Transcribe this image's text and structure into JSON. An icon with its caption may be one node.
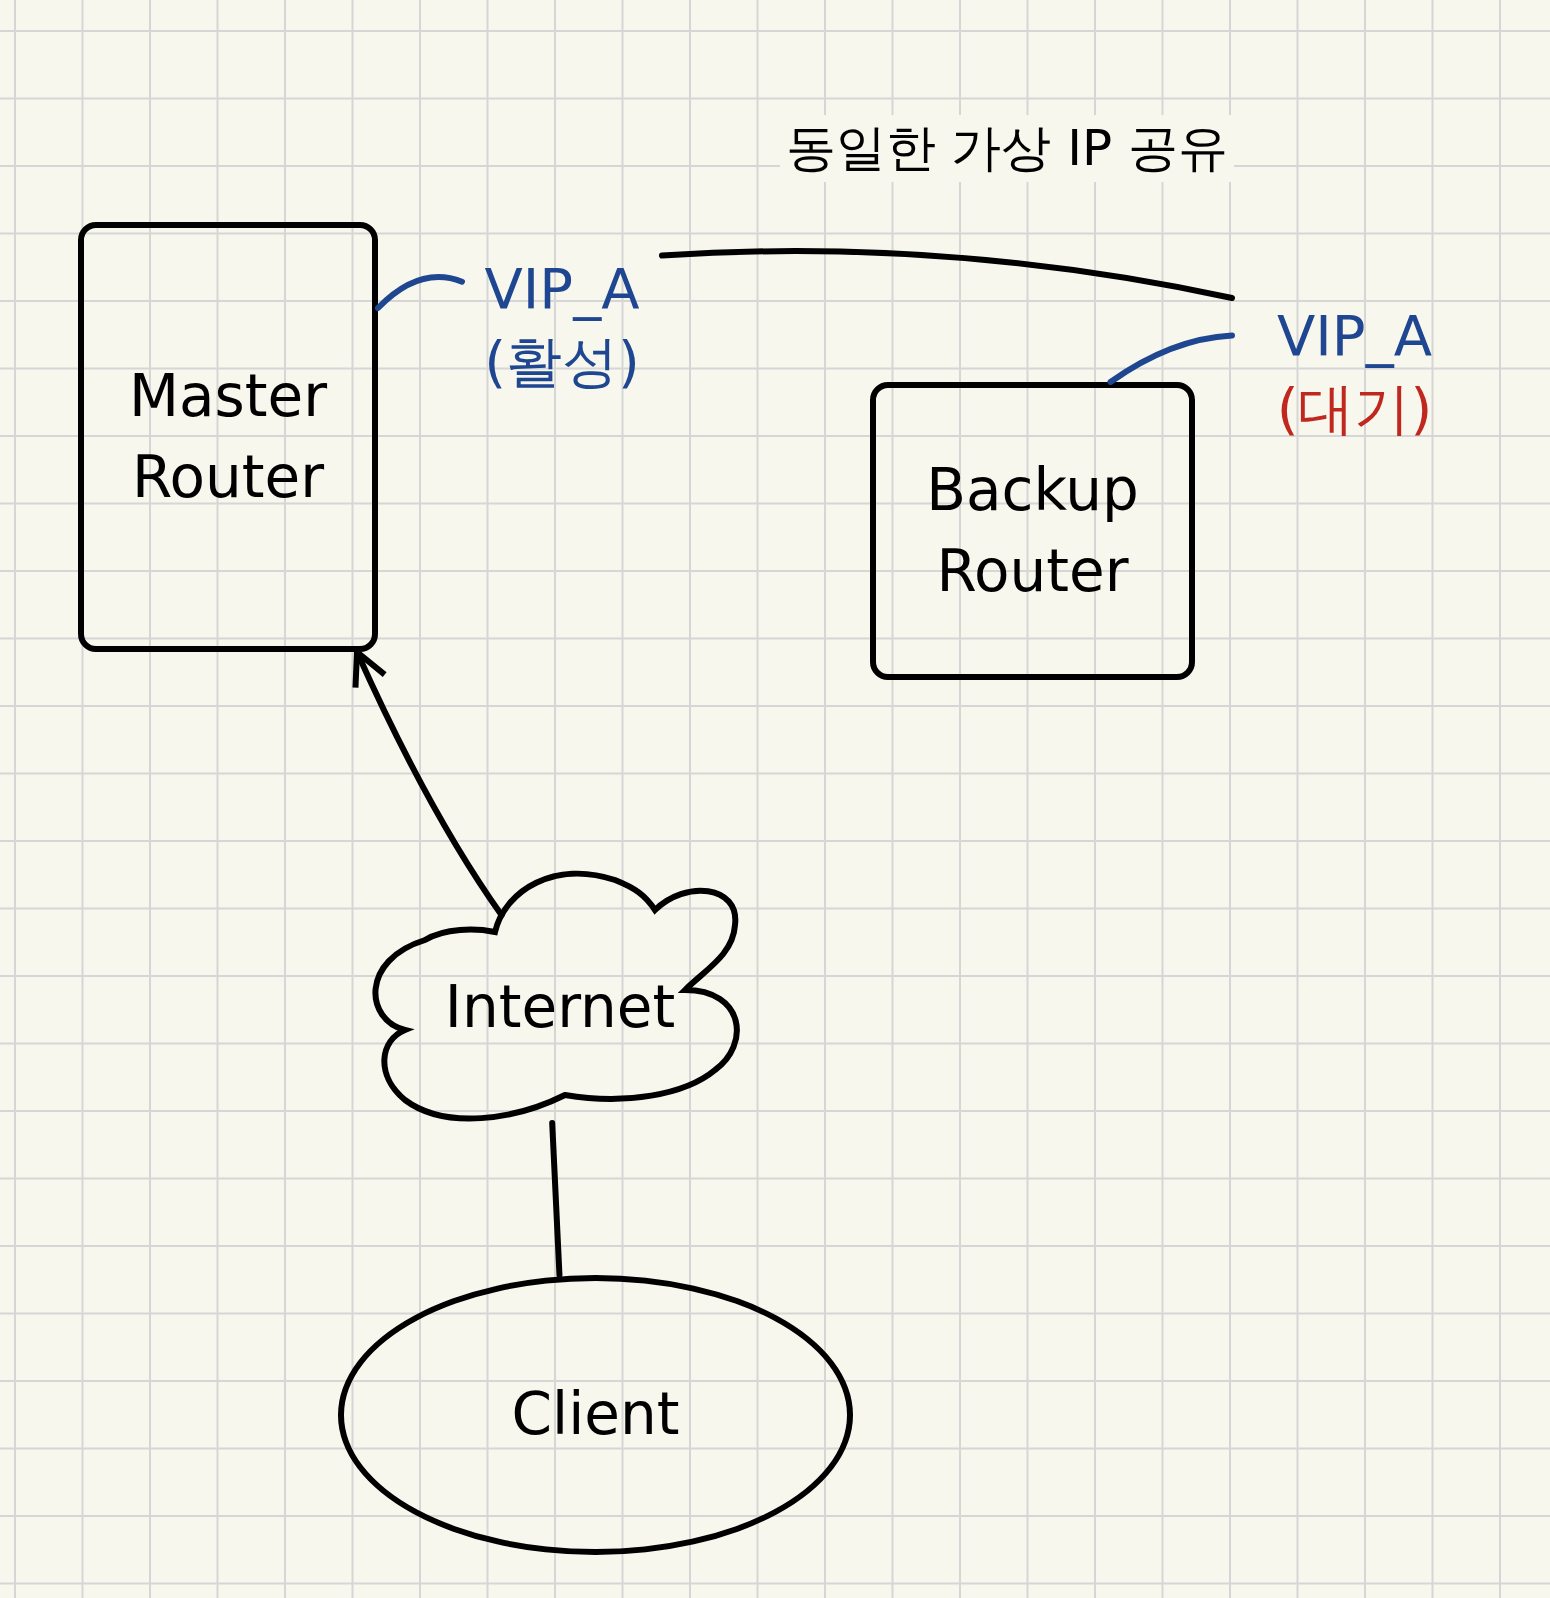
{
  "diagram": {
    "nodes": [
      {
        "text": [
          "Master Router"
        ]
      },
      {
        "text": [
          "VIP_A",
          "(활성)"
        ]
      },
      {
        "text": [
          "Backup Router"
        ]
      },
      {
        "text": [
          "VIP_A",
          "(대기)"
        ]
      },
      {
        "text": [
          "Internet"
        ]
      },
      {
        "text": [
          "Client"
        ]
      }
    ],
    "edges": [
      {
        "from": 1,
        "to": 0,
        "arrow": "none",
        "color": "#1f4690"
      },
      {
        "from": 3,
        "to": 2,
        "arrow": "none",
        "color": "#1f4690"
      },
      {
        "from": 1,
        "to": 3,
        "arrow": "none",
        "label": "동일한 가상 IP 공유"
      },
      {
        "from": 4,
        "to": 0,
        "arrow": "to"
      },
      {
        "from": 4,
        "to": 5,
        "arrow": "none"
      }
    ]
  }
}
